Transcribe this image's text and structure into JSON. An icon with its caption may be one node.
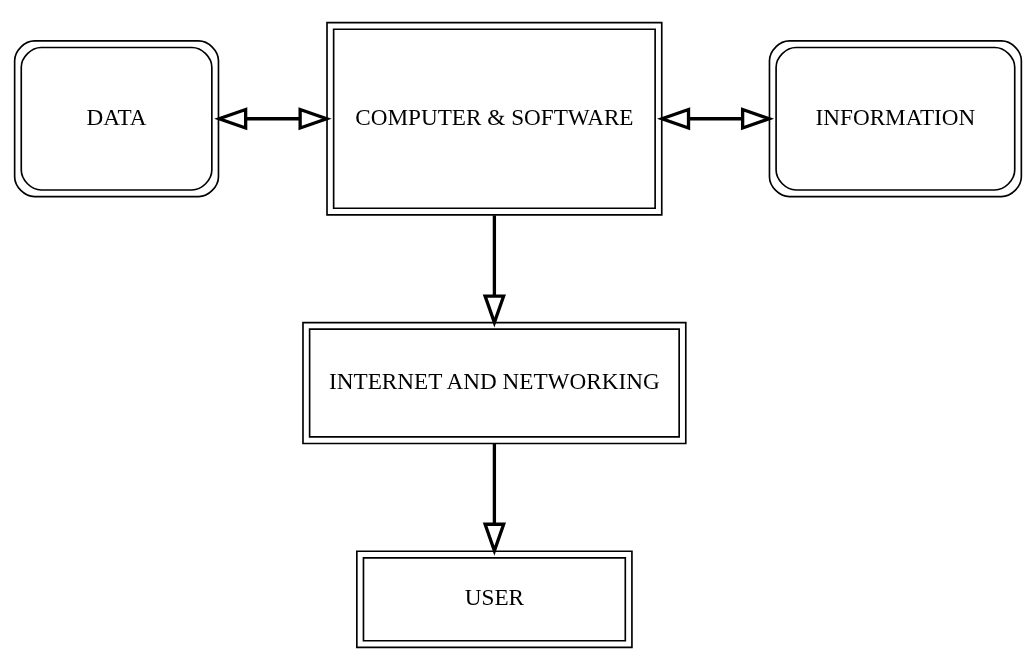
{
  "diagram": {
    "nodes": [
      {
        "text": [
          "DATA"
        ]
      },
      {
        "text": [
          "COMPUTER & SOFTWARE"
        ]
      },
      {
        "text": [
          "INFORMATION"
        ]
      },
      {
        "text": [
          "INTERNET AND NETWORKING"
        ]
      },
      {
        "text": [
          "USER"
        ]
      }
    ],
    "edges": [
      {
        "from": 0,
        "to": 1,
        "arrow": "both"
      },
      {
        "from": 1,
        "to": 2,
        "arrow": "both"
      },
      {
        "from": 1,
        "to": 3,
        "arrow": "to"
      },
      {
        "from": 3,
        "to": 4,
        "arrow": "to"
      }
    ]
  }
}
